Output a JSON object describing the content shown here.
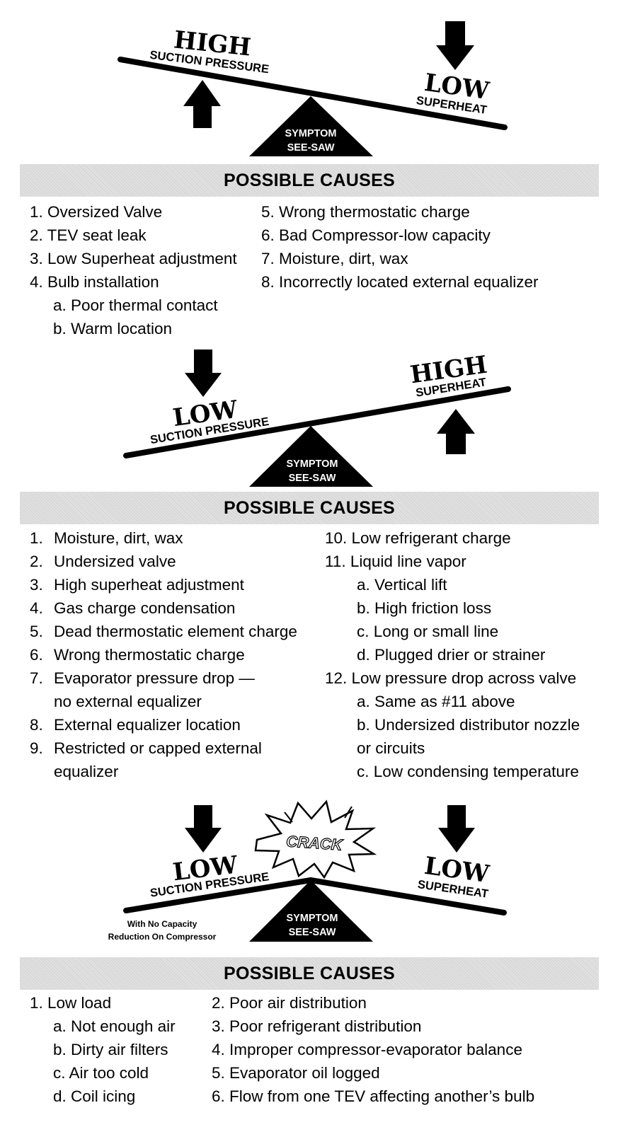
{
  "seesaw1": {
    "left_big": "HIGH",
    "left_small": "SUCTION PRESSURE",
    "right_big": "LOW",
    "right_small": "SUPERHEAT",
    "fulcrum_line1": "SYMPTOM",
    "fulcrum_line2": "SEE-SAW"
  },
  "causes1": {
    "title": "POSSIBLE CAUSES",
    "col1": [
      "1. Oversized Valve",
      "2. TEV seat leak",
      "3. Low Superheat adjustment",
      "4. Bulb installation"
    ],
    "col1_sub": [
      "a.  Poor thermal contact",
      "b.  Warm location"
    ],
    "col2": [
      "5. Wrong thermostatic charge",
      "6. Bad Compressor-low capacity",
      "7. Moisture, dirt, wax",
      "8. Incorrectly located external equalizer"
    ]
  },
  "seesaw2": {
    "left_big": "LOW",
    "left_small": "SUCTION PRESSURE",
    "right_big": "HIGH",
    "right_small": "SUPERHEAT",
    "fulcrum_line1": "SYMPTOM",
    "fulcrum_line2": "SEE-SAW"
  },
  "causes2": {
    "title": "POSSIBLE CAUSES",
    "col1": [
      {
        "n": "1.",
        "t": "Moisture, dirt, wax"
      },
      {
        "n": "2.",
        "t": "Undersized valve"
      },
      {
        "n": "3.",
        "t": "High superheat adjustment"
      },
      {
        "n": "4.",
        "t": "Gas charge condensation"
      },
      {
        "n": "5.",
        "t": "Dead thermostatic element charge"
      },
      {
        "n": "6.",
        "t": "Wrong thermostatic charge"
      },
      {
        "n": "7.",
        "t": "Evaporator pressure drop —"
      },
      {
        "n": "",
        "t": "no external equalizer"
      },
      {
        "n": "8.",
        "t": "External equalizer location"
      },
      {
        "n": "9.",
        "t": "Restricted or capped external"
      },
      {
        "n": "",
        "t": "equalizer"
      }
    ],
    "col2": [
      {
        "t": "10. Low refrigerant charge",
        "sub": false
      },
      {
        "t": "11. Liquid line vapor",
        "sub": false
      },
      {
        "t": "a. Vertical lift",
        "sub": true
      },
      {
        "t": "b. High friction loss",
        "sub": true
      },
      {
        "t": "c. Long or small line",
        "sub": true
      },
      {
        "t": "d. Plugged drier or strainer",
        "sub": true
      },
      {
        "t": "12. Low pressure drop across valve",
        "sub": false
      },
      {
        "t": "a. Same as #11 above",
        "sub": true
      },
      {
        "t": "b. Undersized distributor nozzle",
        "sub": true
      },
      {
        "t": "or circuits",
        "sub": true
      },
      {
        "t": "c. Low condensing temperature",
        "sub": true
      }
    ]
  },
  "seesaw3": {
    "left_big": "LOW",
    "left_small": "SUCTION PRESSURE",
    "right_big": "LOW",
    "right_small": "SUPERHEAT",
    "crack": "CRACK",
    "note_line1": "With No Capacity",
    "note_line2": "Reduction On Compressor",
    "fulcrum_line1": "SYMPTOM",
    "fulcrum_line2": "SEE-SAW"
  },
  "causes3": {
    "title": "POSSIBLE CAUSES",
    "col1": [
      "1. Low load"
    ],
    "col1_sub": [
      "a.  Not enough air",
      "b.  Dirty air filters",
      "c.  Air too cold",
      "d.  Coil icing"
    ],
    "col2": [
      "2. Poor air distribution",
      "3. Poor refrigerant distribution",
      "4. Improper  compressor-evaporator balance",
      "5. Evaporator oil logged",
      "6. Flow from one TEV affecting another’s bulb"
    ]
  }
}
